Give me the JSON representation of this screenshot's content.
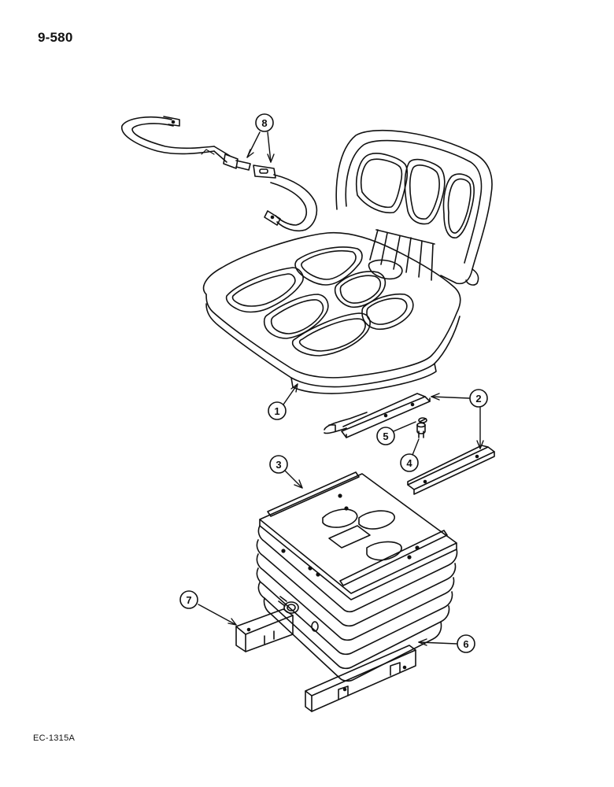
{
  "page_number": "9-580",
  "figure_code": "EC-1315A",
  "callouts": [
    {
      "id": "callout-1",
      "label": "1"
    },
    {
      "id": "callout-2",
      "label": "2"
    },
    {
      "id": "callout-3",
      "label": "3"
    },
    {
      "id": "callout-4",
      "label": "4"
    },
    {
      "id": "callout-5",
      "label": "5"
    },
    {
      "id": "callout-6",
      "label": "6"
    },
    {
      "id": "callout-7",
      "label": "7"
    },
    {
      "id": "callout-8",
      "label": "8"
    }
  ],
  "parts": [
    "seat-belt",
    "seat-cushion-and-backrest",
    "slide-rails",
    "bolt",
    "washer",
    "suspension-unit",
    "mounting-bracket-right",
    "mounting-bracket-left"
  ]
}
